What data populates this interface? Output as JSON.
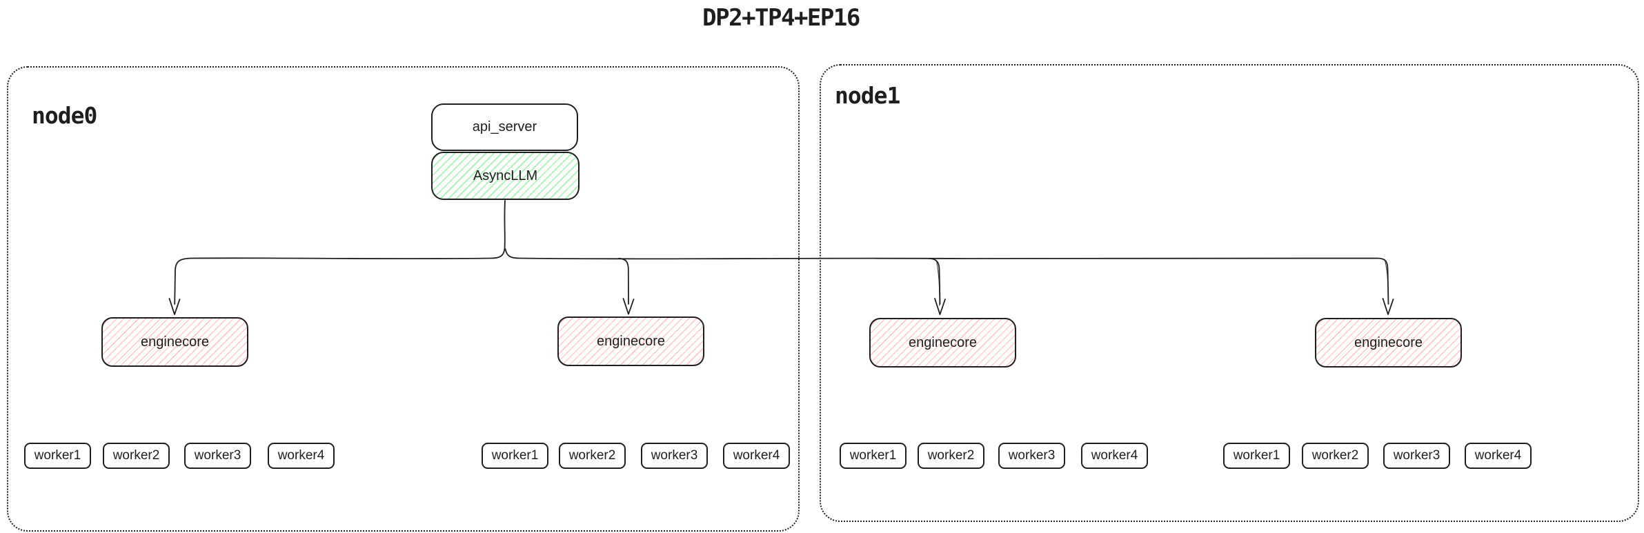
{
  "title": "DP2+TP4+EP16",
  "colors": {
    "stroke": "#1e1e1e",
    "green_hatch": "#b2f2bb",
    "pink_hatch": "#ffc9c9"
  },
  "nodes": [
    {
      "label": "node0"
    },
    {
      "label": "node1"
    }
  ],
  "api_server": {
    "label": "api_server"
  },
  "asyncllm": {
    "label": "AsyncLLM"
  },
  "engine_groups": [
    {
      "node": "node0",
      "engine_label": "enginecore",
      "workers": [
        "worker1",
        "worker2",
        "worker3",
        "worker4"
      ]
    },
    {
      "node": "node0",
      "engine_label": "enginecore",
      "workers": [
        "worker1",
        "worker2",
        "worker3",
        "worker4"
      ]
    },
    {
      "node": "node1",
      "engine_label": "enginecore",
      "workers": [
        "worker1",
        "worker2",
        "worker3",
        "worker4"
      ]
    },
    {
      "node": "node1",
      "engine_label": "enginecore",
      "workers": [
        "worker1",
        "worker2",
        "worker3",
        "worker4"
      ]
    }
  ]
}
